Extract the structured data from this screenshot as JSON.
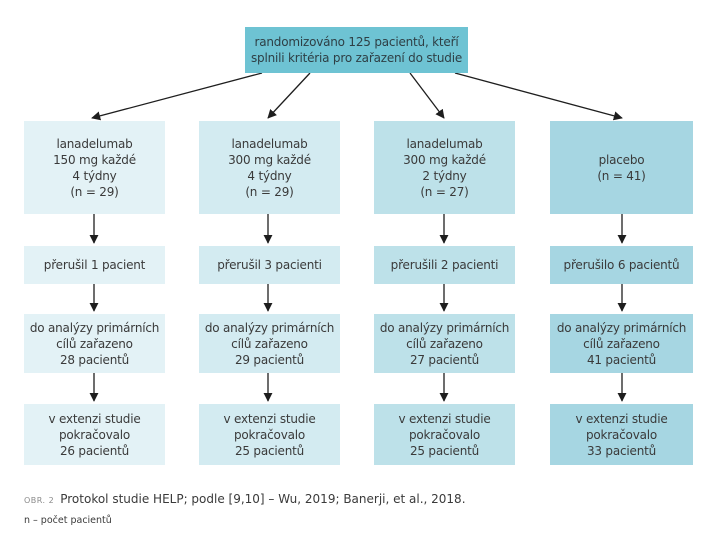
{
  "top": {
    "line1": "randomizováno 125 pacientů, kteří",
    "line2": "splnili kritéria pro zařazení do studie"
  },
  "columns": [
    {
      "arm": [
        "lanadelumab",
        "150 mg každé",
        "4 týdny",
        "(n = 29)"
      ],
      "dropout": "přerušil 1 pacient",
      "analysis": [
        "do analýzy primárních",
        "cílů zařazeno",
        "28 pacientů"
      ],
      "extension": [
        "v extenzi studie",
        "pokračovalo",
        "26 pacientů"
      ]
    },
    {
      "arm": [
        "lanadelumab",
        "300 mg každé",
        "4 týdny",
        "(n = 29)"
      ],
      "dropout": "přerušil 3 pacienti",
      "analysis": [
        "do analýzy primárních",
        "cílů zařazeno",
        "29 pacientů"
      ],
      "extension": [
        "v extenzi studie",
        "pokračovalo",
        "25 pacientů"
      ]
    },
    {
      "arm": [
        "lanadelumab",
        "300 mg každé",
        "2 týdny",
        "(n = 27)"
      ],
      "dropout": "přerušili 2 pacienti",
      "analysis": [
        "do analýzy primárních",
        "cílů zařazeno",
        "27 pacientů"
      ],
      "extension": [
        "v extenzi studie",
        "pokračovalo",
        "25 pacientů"
      ]
    },
    {
      "arm": [
        "placebo",
        "(n = 41)"
      ],
      "dropout": "přerušilo 6 pacientů",
      "analysis": [
        "do analýzy primárních",
        "cílů zařazeno",
        "41 pacientů"
      ],
      "extension": [
        "v extenzi studie",
        "pokračovalo",
        "33 pacientů"
      ]
    }
  ],
  "caption": {
    "label": "OBR. 2",
    "text": "Protokol studie HELP; podle [9,10] – Wu, 2019; Banerji, et al., 2018."
  },
  "note": "n – počet pacientů",
  "colors": {
    "top": "#6ec3d3",
    "col1": "#e3f2f6",
    "col2": "#d3ebf1",
    "col3": "#bde1e9",
    "col4": "#a6d6e2",
    "arrow": "#1e1e1e"
  }
}
